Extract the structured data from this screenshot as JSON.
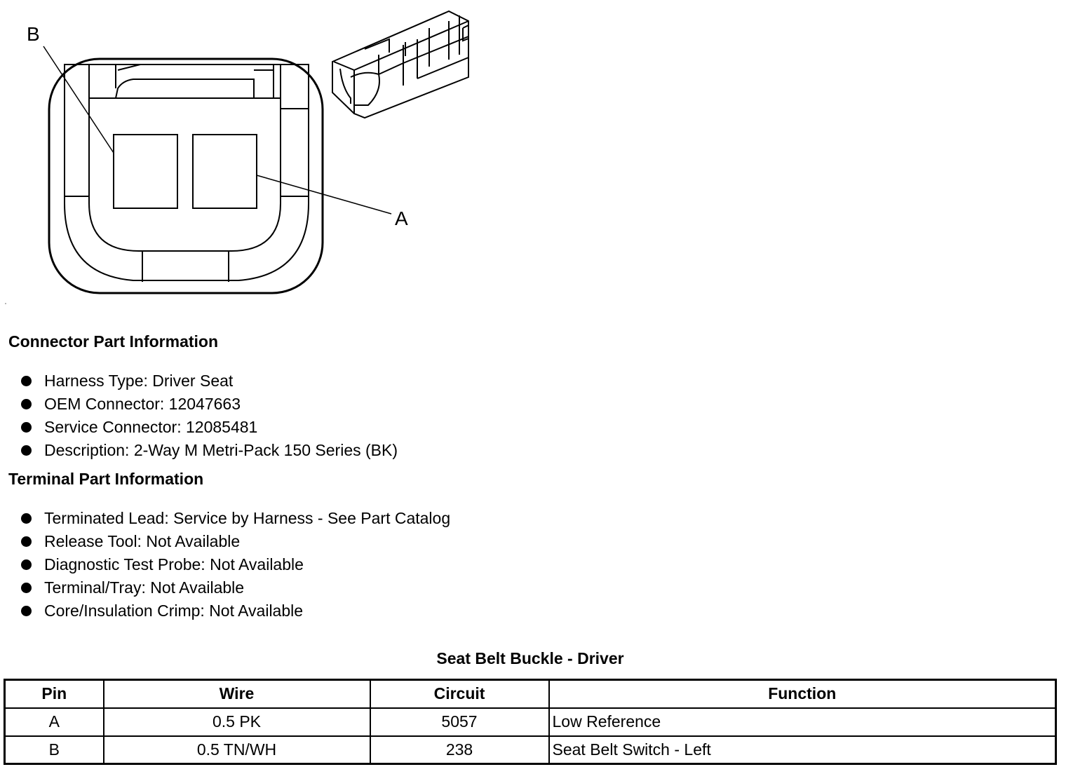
{
  "diagram": {
    "callout_b": "B",
    "callout_a": "A"
  },
  "connector_info": {
    "title": "Connector Part Information",
    "items": [
      "Harness Type: Driver Seat",
      "OEM Connector: 12047663",
      "Service Connector: 12085481",
      "Description: 2-Way M Metri-Pack 150 Series (BK)"
    ]
  },
  "terminal_info": {
    "title": "Terminal Part Information",
    "items": [
      "Terminated Lead: Service by Harness - See Part Catalog",
      "Release Tool: Not Available",
      "Diagnostic Test Probe: Not Available",
      "Terminal/Tray: Not Available",
      "Core/Insulation Crimp: Not Available"
    ]
  },
  "table": {
    "title": "Seat Belt Buckle - Driver",
    "headers": [
      "Pin",
      "Wire",
      "Circuit",
      "Function"
    ],
    "rows": [
      [
        "A",
        "0.5 PK",
        "5057",
        "Low Reference"
      ],
      [
        "B",
        "0.5 TN/WH",
        "238",
        "Seat Belt Switch - Left"
      ]
    ]
  }
}
